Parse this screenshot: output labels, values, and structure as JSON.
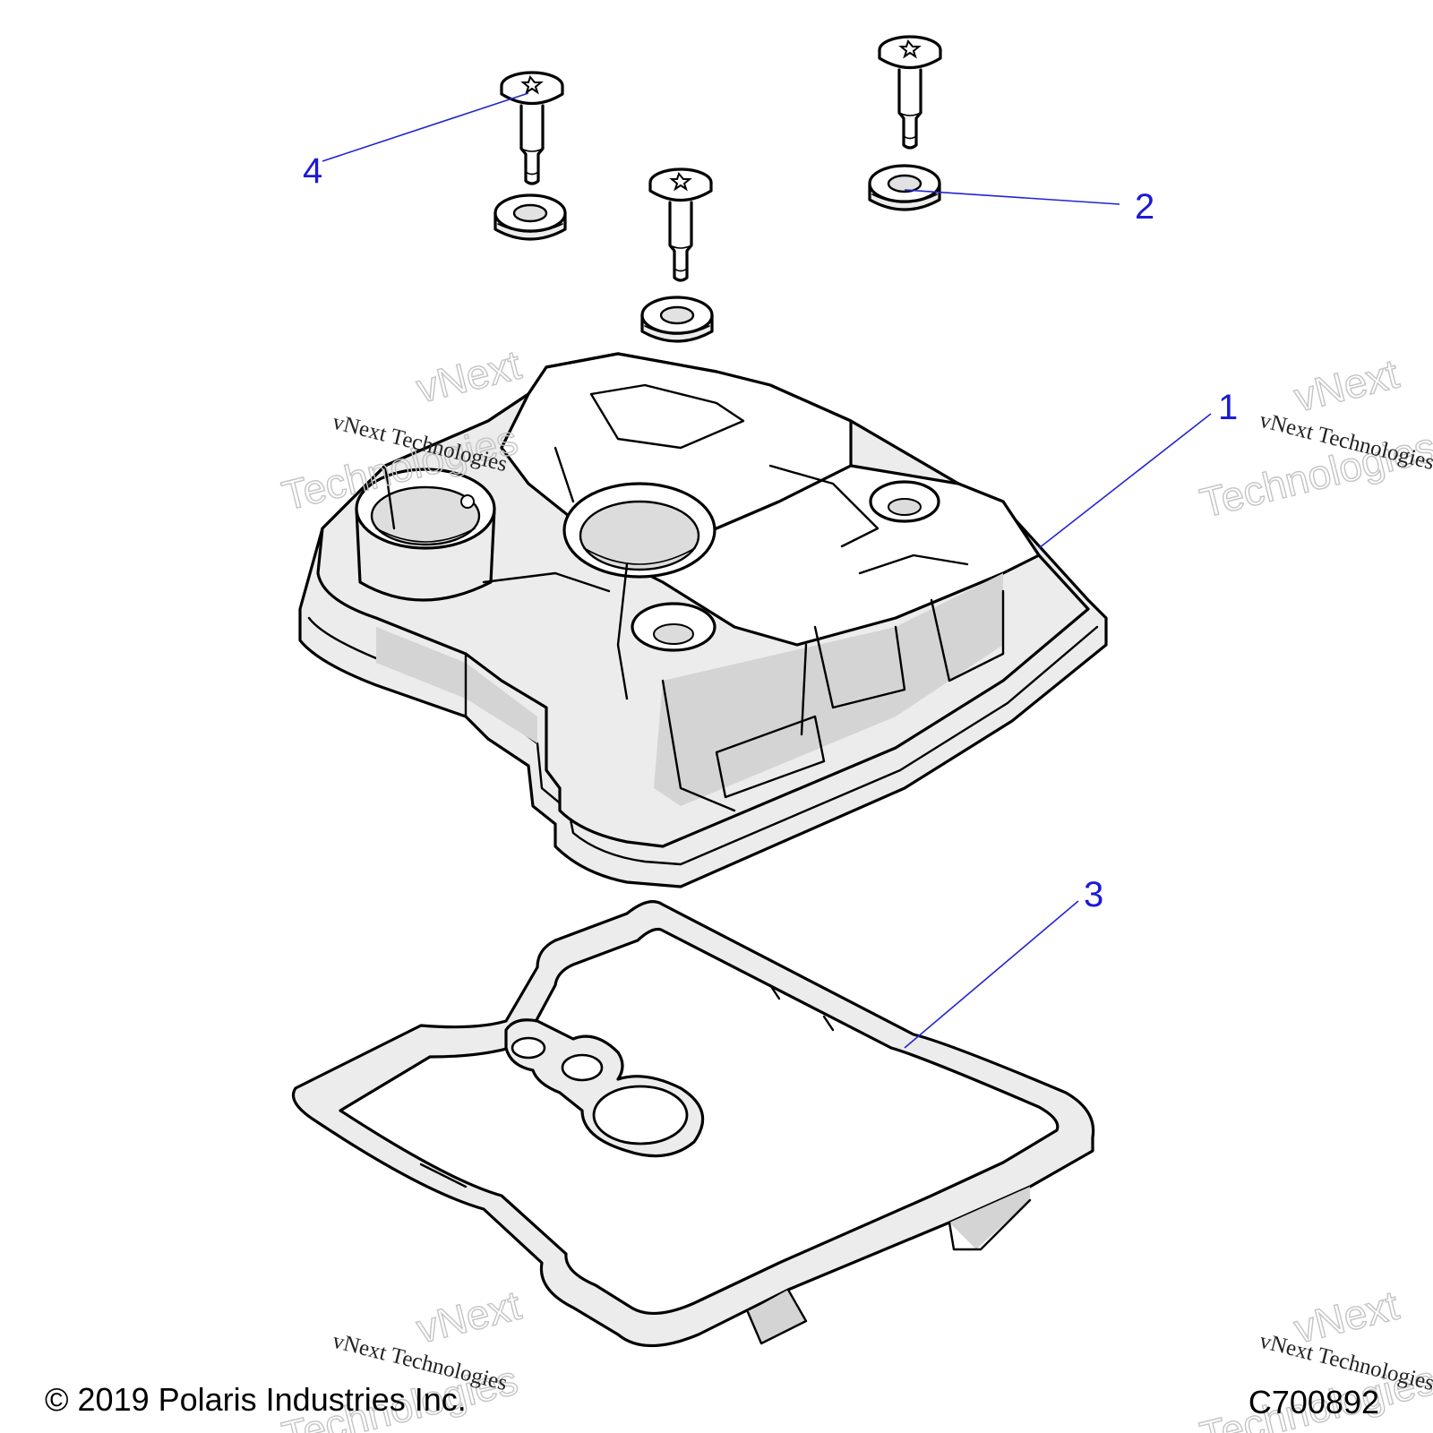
{
  "callouts": [
    {
      "number": "1",
      "part": "valve-cover"
    },
    {
      "number": "2",
      "part": "washer"
    },
    {
      "number": "3",
      "part": "gasket"
    },
    {
      "number": "4",
      "part": "bolt"
    }
  ],
  "watermark": {
    "small_text": "vNext Technologies",
    "big_line1": "vNext",
    "big_line2": "Technologies"
  },
  "footer": {
    "copyright": "© 2019 Polaris Industries Inc.",
    "figure_code": "C700892"
  },
  "colors": {
    "callout": "#1a1ad6",
    "part_fill": "#ececec",
    "outline": "#000000"
  }
}
